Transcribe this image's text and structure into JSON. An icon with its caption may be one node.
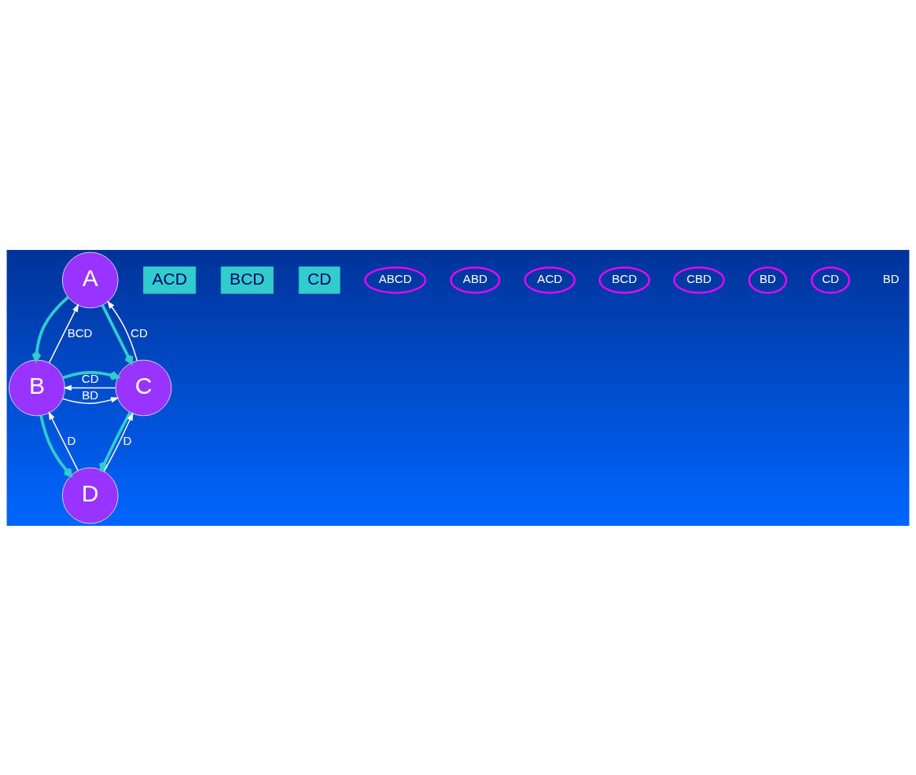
{
  "diagram": {
    "nodes": [
      {
        "text": [
          "A"
        ]
      },
      {
        "text": [
          "B"
        ]
      },
      {
        "text": [
          "C"
        ]
      },
      {
        "text": [
          "D"
        ]
      },
      {
        "text": [
          "ACD"
        ]
      },
      {
        "text": [
          "BCD"
        ]
      },
      {
        "text": [
          "CD"
        ]
      },
      {
        "text": [
          "ABCD"
        ]
      },
      {
        "text": [
          "ABD"
        ]
      },
      {
        "text": [
          "ACD"
        ]
      },
      {
        "text": [
          "BCD"
        ]
      },
      {
        "text": [
          "CBD"
        ]
      },
      {
        "text": [
          "BD"
        ]
      },
      {
        "text": [
          "CD"
        ]
      }
    ],
    "edges": [
      {
        "from": 0,
        "to": 1,
        "arrow": "to",
        "style": "thick",
        "color": "#33cccc"
      },
      {
        "from": 0,
        "to": 2,
        "arrow": "to",
        "style": "thick",
        "color": "#33cccc"
      },
      {
        "from": 1,
        "to": 2,
        "arrow": "to",
        "style": "thick",
        "color": "#33cccc"
      },
      {
        "from": 1,
        "to": 3,
        "arrow": "to",
        "style": "thick",
        "color": "#33cccc"
      },
      {
        "from": 2,
        "to": 3,
        "arrow": "to",
        "style": "thick",
        "color": "#33cccc"
      },
      {
        "from": 1,
        "to": 0,
        "arrow": "to",
        "label": "BCD"
      },
      {
        "from": 2,
        "to": 0,
        "arrow": "to",
        "label": "CD"
      },
      {
        "from": 2,
        "to": 1,
        "arrow": "to",
        "label": "CD"
      },
      {
        "from": 1,
        "to": 2,
        "arrow": "to",
        "label": "BD"
      },
      {
        "from": 3,
        "to": 1,
        "arrow": "to",
        "label": "D"
      },
      {
        "from": 3,
        "to": 2,
        "arrow": "to",
        "label": "D"
      }
    ],
    "labels": [
      "BD"
    ]
  }
}
